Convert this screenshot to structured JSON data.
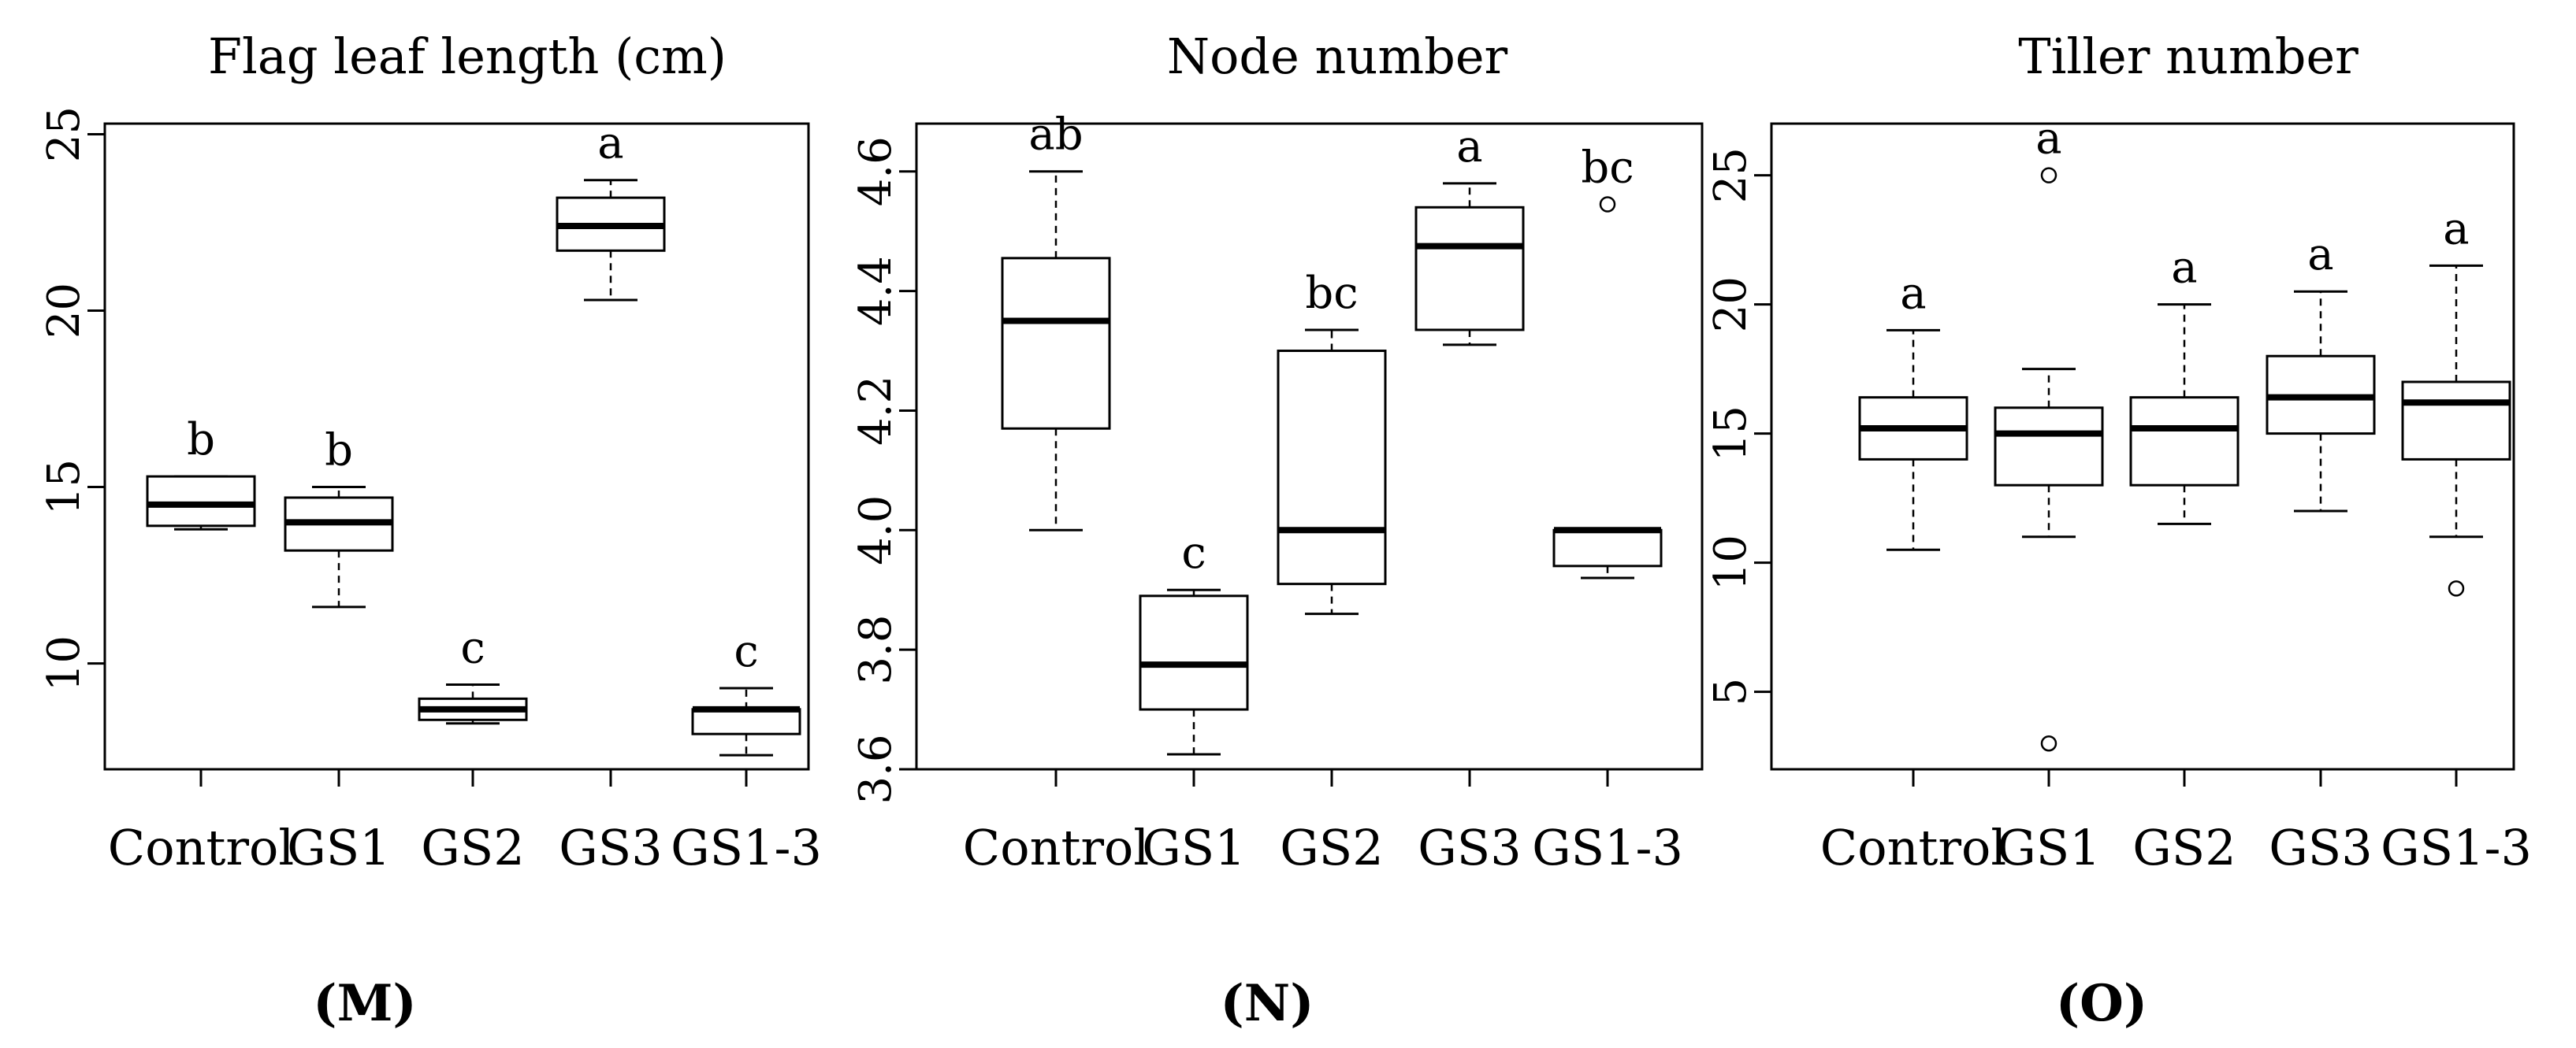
{
  "chart_data": [
    {
      "type": "boxplot",
      "title": "Flag leaf length (cm)",
      "panel_label": "(M)",
      "categories": [
        "Control",
        "GS1",
        "GS2",
        "GS3",
        "GS1-3"
      ],
      "ylim": [
        7.0,
        25.3
      ],
      "yticks": [
        10,
        15,
        20,
        25
      ],
      "boxes": [
        {
          "min": 13.8,
          "q1": 13.9,
          "median": 14.5,
          "q3": 15.3,
          "max": 15.3,
          "outliers": [],
          "letter": "b"
        },
        {
          "min": 11.6,
          "q1": 13.2,
          "median": 14.0,
          "q3": 14.7,
          "max": 15.0,
          "outliers": [],
          "letter": "b"
        },
        {
          "min": 8.3,
          "q1": 8.4,
          "median": 8.7,
          "q3": 9.0,
          "max": 9.4,
          "outliers": [],
          "letter": "c"
        },
        {
          "min": 20.3,
          "q1": 21.7,
          "median": 22.4,
          "q3": 23.2,
          "max": 23.7,
          "outliers": [],
          "letter": "a"
        },
        {
          "min": 7.4,
          "q1": 8.0,
          "median": 8.7,
          "q3": 8.7,
          "max": 9.3,
          "outliers": [],
          "letter": "c"
        }
      ]
    },
    {
      "type": "boxplot",
      "title": "Node number",
      "panel_label": "(N)",
      "categories": [
        "Control",
        "GS1",
        "GS2",
        "GS3",
        "GS1-3"
      ],
      "ylim": [
        3.6,
        4.68
      ],
      "yticks": [
        "3.6",
        "3.8",
        "4.0",
        "4.2",
        "4.4",
        "4.6"
      ],
      "boxes": [
        {
          "min": 4.0,
          "q1": 4.17,
          "median": 4.35,
          "q3": 4.455,
          "max": 4.6,
          "outliers": [],
          "letter": "ab"
        },
        {
          "min": 3.625,
          "q1": 3.7,
          "median": 3.775,
          "q3": 3.89,
          "max": 3.9,
          "outliers": [],
          "letter": "c"
        },
        {
          "min": 3.86,
          "q1": 3.91,
          "median": 4.0,
          "q3": 4.3,
          "max": 4.335,
          "outliers": [],
          "letter": "bc"
        },
        {
          "min": 4.31,
          "q1": 4.335,
          "median": 4.475,
          "q3": 4.54,
          "max": 4.58,
          "outliers": [],
          "letter": "a"
        },
        {
          "min": 3.92,
          "q1": 3.94,
          "median": 4.0,
          "q3": 4.0,
          "max": 4.0,
          "outliers": [
            4.545
          ],
          "letter": "bc"
        }
      ]
    },
    {
      "type": "boxplot",
      "title": "Tiller number",
      "panel_label": "(O)",
      "categories": [
        "Control",
        "GS1",
        "GS2",
        "GS3",
        "GS1-3"
      ],
      "ylim": [
        2.0,
        27.0
      ],
      "yticks": [
        5,
        10,
        15,
        20,
        25
      ],
      "boxes": [
        {
          "min": 10.5,
          "q1": 14.0,
          "median": 15.2,
          "q3": 16.4,
          "max": 19.0,
          "outliers": [],
          "letter": "a"
        },
        {
          "min": 11.0,
          "q1": 13.0,
          "median": 15.0,
          "q3": 16.0,
          "max": 17.5,
          "outliers": [
            25.0,
            3.0
          ],
          "letter": "a"
        },
        {
          "min": 11.5,
          "q1": 13.0,
          "median": 15.2,
          "q3": 16.4,
          "max": 20.0,
          "outliers": [],
          "letter": "a"
        },
        {
          "min": 12.0,
          "q1": 15.0,
          "median": 16.4,
          "q3": 18.0,
          "max": 20.5,
          "outliers": [],
          "letter": "a"
        },
        {
          "min": 11.0,
          "q1": 14.0,
          "median": 16.2,
          "q3": 17.0,
          "max": 21.5,
          "outliers": [
            9.0
          ],
          "letter": "a"
        }
      ]
    }
  ]
}
